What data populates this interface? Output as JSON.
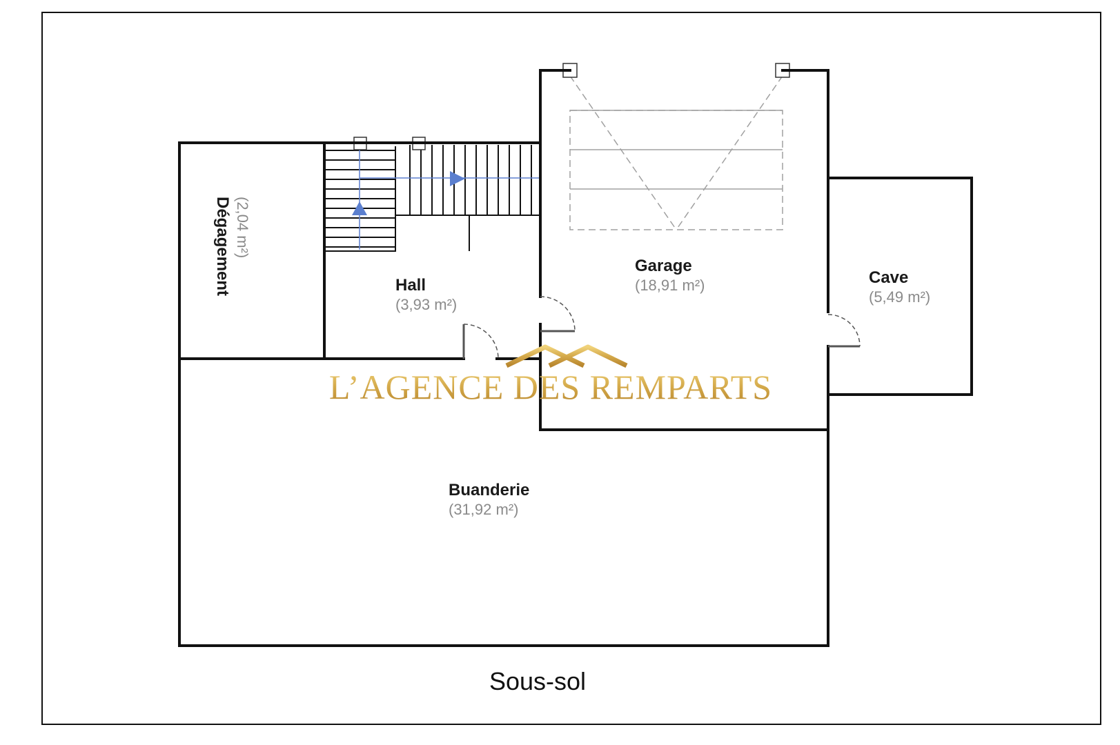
{
  "plan": {
    "level_title": "Sous-sol",
    "rooms": [
      {
        "id": "degagement",
        "name": "Dégagement",
        "area": "(2,04 m²)"
      },
      {
        "id": "hall",
        "name": "Hall",
        "area": "(3,93 m²)"
      },
      {
        "id": "garage",
        "name": "Garage",
        "area": "(18,91 m²)"
      },
      {
        "id": "cave",
        "name": "Cave",
        "area": "(5,49 m²)"
      },
      {
        "id": "buanderie",
        "name": "Buanderie",
        "area": "(31,92 m²)"
      }
    ]
  },
  "watermark": {
    "text": "L’AGENCE DES REMPARTS",
    "color": "#d4a94a"
  },
  "colors": {
    "wall": "#111111",
    "stair_arrow": "#5b7fcf",
    "door_arc": "#555555",
    "garage_door": "#a0a0a0"
  }
}
